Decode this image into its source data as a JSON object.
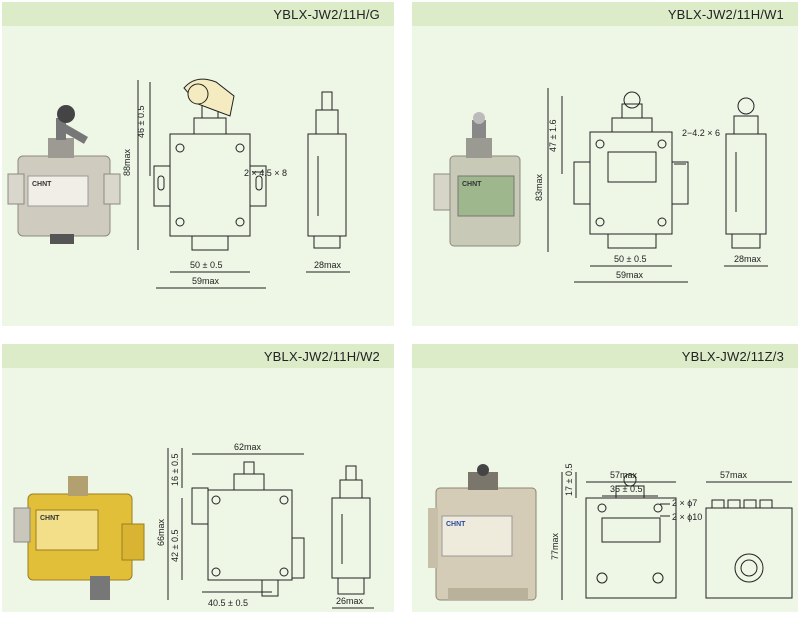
{
  "panels": [
    {
      "title": "YBLX-JW2/11H/G",
      "labels": {
        "height_total": "88max",
        "height_upper": "46 ± 0.5",
        "holes": "2 × 4.5 × 8",
        "pitch": "50 ± 0.5",
        "width": "59max",
        "depth": "28max"
      },
      "product_label": "CHNT"
    },
    {
      "title": "YBLX-JW2/11H/W1",
      "labels": {
        "height_total": "83max",
        "height_upper": "47 ± 1.6",
        "holes": "2−4.2 × 6",
        "pitch": "50 ± 0.5",
        "width": "59max",
        "depth": "28max"
      },
      "product_label": "CHNT"
    },
    {
      "title": "YBLX-JW2/11H/W2",
      "labels": {
        "top": "16 ± 0.5",
        "width_top": "62max",
        "height_total": "66max",
        "height_mid": "42 ± 0.5",
        "pitch": "40.5 ± 0.5",
        "depth": "26max"
      },
      "product_label": "CHNT"
    },
    {
      "title": "YBLX-JW2/11Z/3",
      "labels": {
        "top": "17 ± 0.5",
        "height_total": "77max",
        "width_top": "57max",
        "pitch": "36 ± 0.5",
        "hole_small": "2 × ϕ7",
        "hole_large": "2 × ϕ10",
        "width_side": "57max"
      },
      "product_label": "CHNT"
    }
  ],
  "colors": {
    "panel_bg": "#eef6e6",
    "header_bg": "#dcecc9",
    "line": "#222222",
    "grey_housing": "#c9c5b8",
    "yellow_housing": "#e6c23a"
  }
}
